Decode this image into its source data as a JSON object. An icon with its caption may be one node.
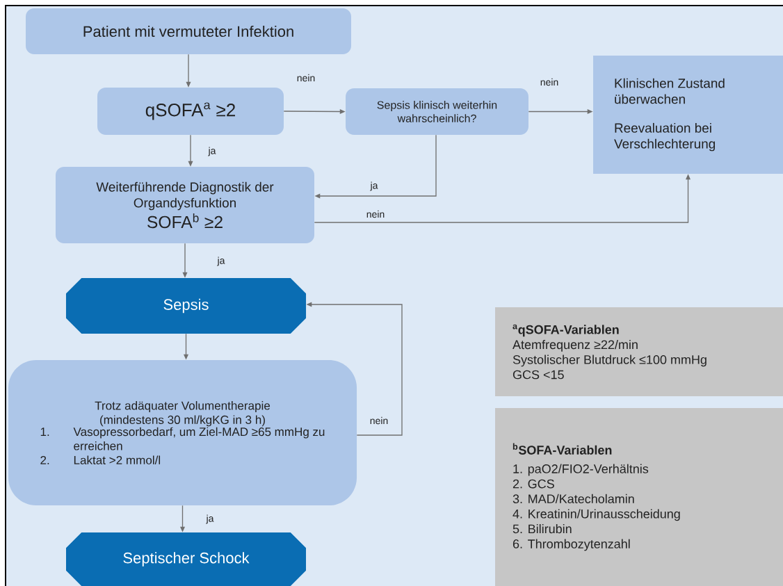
{
  "diagram": {
    "nodes": [
      {
        "text": [
          "Patient mit vermuteter Infektion"
        ]
      },
      {
        "text": [
          "qSOFA$^{a}$ ≥2"
        ]
      },
      {
        "text": [
          "Sepsis klinisch weiterhin wahrscheinlich?"
        ]
      },
      {
        "text": [
          "Klinischen Zustand überwachen",
          "Reevaluation bei Verschlechterung"
        ]
      },
      {
        "text": [
          "Weiterführende Diagnostik der Organdysfunktion",
          "SOFA$^{b}$ ≥2"
        ]
      },
      {
        "text": [
          "Sepsis"
        ]
      },
      {
        "text": [
          "Trotz adäquater Volumentherapie (mindestens 30 ml/kgKG in 3 h)",
          "1.",
          "Vasopressorbedarf, um Ziel-MAD ≥65 mmHg zu erreichen",
          "2.",
          "Laktat >2 mmol/l"
        ]
      },
      {
        "text": [
          "Septischer Schock"
        ]
      },
      {
        "text": [
          "$^{a}$qSOFA-Variablen",
          "Atemfrequenz ≥22/min",
          "Systolischer Blutdruck  ≤100 mmHg",
          "GCS <15"
        ]
      },
      {
        "text": [
          "$^{b}$SOFA-Variablen",
          "1. paO2/FIO2-Verhältnis",
          "2. GCS",
          "3. MAD/Katecholamin",
          "4. Kreatinin/Urinausscheidung",
          "5. Bilirubin",
          "6. Thrombozytenzahl"
        ]
      }
    ],
    "edges": [
      {
        "from": 0,
        "to": 1,
        "arrow": "to"
      },
      {
        "from": 1,
        "to": 2,
        "arrow": "to",
        "label": "nein"
      },
      {
        "from": 1,
        "to": 4,
        "arrow": "to",
        "label": "ja"
      },
      {
        "from": 2,
        "to": 3,
        "arrow": "to",
        "label": "nein"
      },
      {
        "from": 2,
        "to": 4,
        "arrow": "to",
        "label": "ja"
      },
      {
        "from": 4,
        "to": 3,
        "arrow": "to",
        "label": "nein"
      },
      {
        "from": 4,
        "to": 5,
        "arrow": "to",
        "label": "ja"
      },
      {
        "from": 5,
        "to": 6,
        "arrow": "to"
      },
      {
        "from": 6,
        "to": 5,
        "arrow": "to",
        "label": "nein"
      },
      {
        "from": 6,
        "to": 7,
        "arrow": "to",
        "label": "ja"
      }
    ]
  }
}
